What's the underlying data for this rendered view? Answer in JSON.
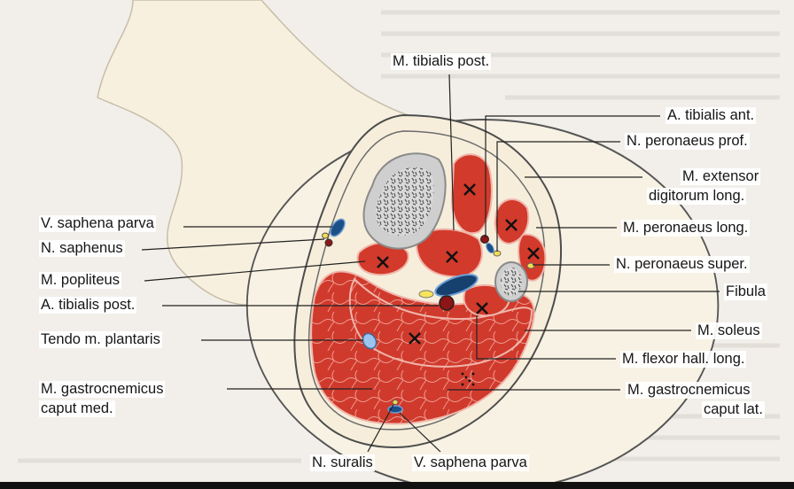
{
  "figure": {
    "labels": {
      "tibialis_post_muscle": "M. tibialis post.",
      "tibialis_ant_artery": "A. tibialis ant.",
      "peronaeus_prof": "N. peronaeus prof.",
      "extensor_line1": "M. extensor",
      "extensor_line2": "digitorum long.",
      "peronaeus_long": "M. peronaeus long.",
      "peronaeus_super": "N. peronaeus super.",
      "fibula": "Fibula",
      "soleus": "M. soleus",
      "flexor_hall": "M. flexor hall. long.",
      "gastro_lat_line1": "M. gastrocnemicus",
      "gastro_lat_line2": "caput lat.",
      "saphena_parva_left": "V. saphena parva",
      "saphenus": "N. saphenus",
      "popliteus": "M. popliteus",
      "tibialis_post_artery": "A. tibialis post.",
      "plantaris": "Tendo m. plantaris",
      "gastro_med_line1": "M. gastrocnemicus",
      "gastro_med_line2": "caput med.",
      "suralis": "N. suralis",
      "saphena_parva_bottom": "V. saphena parva"
    },
    "colors": {
      "muscle": "#d23a2b",
      "muscle_line": "#e98a7e",
      "bone": "#c9c9c9",
      "skin": "#f8f0df",
      "vein": "#1b4f8a",
      "artery": "#b01b1b",
      "nerve": "#f2dd4e"
    }
  }
}
